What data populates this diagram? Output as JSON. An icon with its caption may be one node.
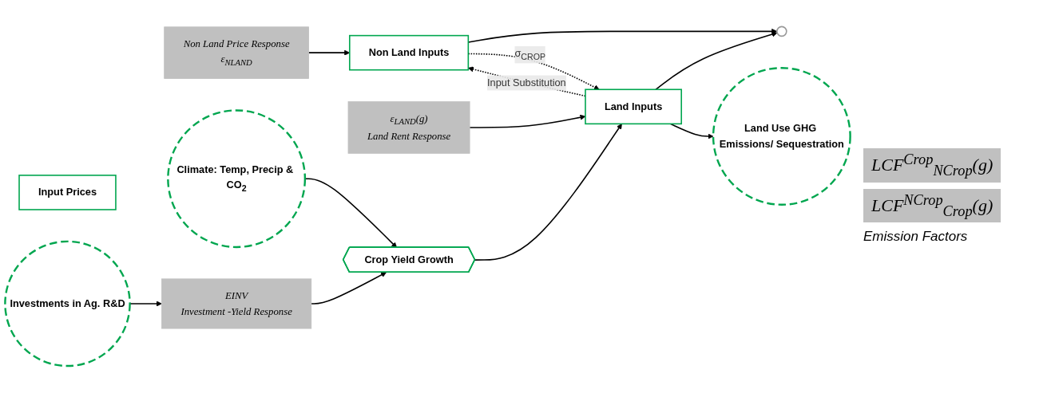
{
  "diagram": {
    "nodes": [
      {
        "text": [
          "Input Prices"
        ]
      },
      {
        "text": [
          "Non Land Inputs"
        ]
      },
      {
        "text": [
          "Land Inputs"
        ]
      },
      {
        "text": [],
        "shape": "circle"
      },
      {
        "text": [
          "Land Use GHG Emissions/ Sequestration"
        ]
      },
      {
        "text": [
          "Non Land Price Response",
          "ε$_{NLAND}$"
        ]
      },
      {
        "text": [
          "ε$_{LAND}$(g)",
          "Land Rent Response"
        ]
      },
      {
        "text": [
          "Climate: Temp, Precip & CO$_{2}$"
        ]
      },
      {
        "text": [
          "Crop Yield Growth"
        ]
      },
      {
        "text": [
          "EINV",
          "Investment -Yield Response"
        ]
      },
      {
        "text": [
          "Investments in Ag. R&D"
        ]
      }
    ],
    "edges": [
      {
        "from": 1,
        "to": 3,
        "arrow": "to"
      },
      {
        "from": 2,
        "to": 3,
        "arrow": "to"
      },
      {
        "from": 2,
        "to": 1,
        "arrow": "to",
        "label": "Input Substitution",
        "style": "dashed"
      },
      {
        "from": 1,
        "to": 2,
        "arrow": "to",
        "label": "σ$_{CROP}$",
        "style": "dashed"
      },
      {
        "from": 2,
        "to": 4,
        "arrow": "to"
      },
      {
        "from": 5,
        "to": 1,
        "arrow": "to"
      },
      {
        "from": 6,
        "to": 2,
        "arrow": "to"
      },
      {
        "from": 8,
        "to": 2,
        "arrow": "to"
      },
      {
        "from": 7,
        "to": 8,
        "arrow": "to"
      },
      {
        "from": 9,
        "to": 8,
        "arrow": "to"
      },
      {
        "from": 10,
        "to": 9,
        "arrow": "to"
      }
    ],
    "labels": [
      "LCF$^{Crop}$$_{NCrop}$(g)",
      "LCF$^{NCrop}$$_{Crop}$(g)",
      "Emission Factors"
    ]
  }
}
